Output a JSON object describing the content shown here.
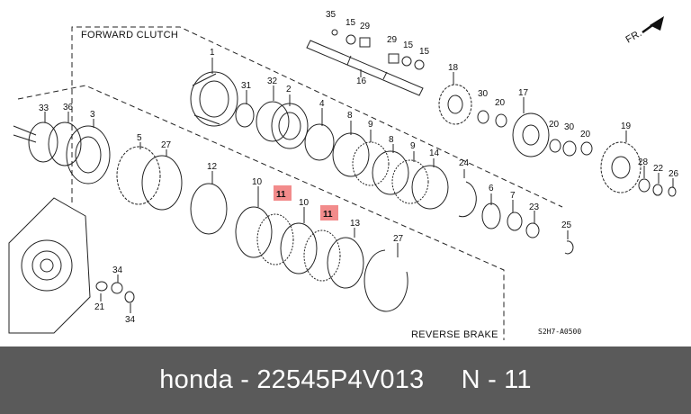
{
  "diagram": {
    "section_labels": {
      "forward_clutch": "FORWARD CLUTCH",
      "reverse_brake": "REVERSE BRAKE",
      "direction": "FR."
    },
    "drawing_code": "S2H7-A0500",
    "highlight_color": "#f28b8b",
    "parts": [
      {
        "num": "1"
      },
      {
        "num": "2"
      },
      {
        "num": "3"
      },
      {
        "num": "4"
      },
      {
        "num": "5"
      },
      {
        "num": "6"
      },
      {
        "num": "7"
      },
      {
        "num": "8"
      },
      {
        "num": "9"
      },
      {
        "num": "9"
      },
      {
        "num": "10"
      },
      {
        "num": "10"
      },
      {
        "num": "11",
        "highlighted": true
      },
      {
        "num": "11",
        "highlighted": true
      },
      {
        "num": "12"
      },
      {
        "num": "13"
      },
      {
        "num": "14"
      },
      {
        "num": "15"
      },
      {
        "num": "15"
      },
      {
        "num": "15"
      },
      {
        "num": "16"
      },
      {
        "num": "17"
      },
      {
        "num": "18"
      },
      {
        "num": "19"
      },
      {
        "num": "20"
      },
      {
        "num": "20"
      },
      {
        "num": "20"
      },
      {
        "num": "21"
      },
      {
        "num": "22"
      },
      {
        "num": "23"
      },
      {
        "num": "24"
      },
      {
        "num": "25"
      },
      {
        "num": "26"
      },
      {
        "num": "27"
      },
      {
        "num": "27"
      },
      {
        "num": "28"
      },
      {
        "num": "29"
      },
      {
        "num": "29"
      },
      {
        "num": "30"
      },
      {
        "num": "30"
      },
      {
        "num": "31"
      },
      {
        "num": "32"
      },
      {
        "num": "33"
      },
      {
        "num": "34"
      },
      {
        "num": "34"
      },
      {
        "num": "35"
      },
      {
        "num": "36"
      },
      {
        "num": "8"
      }
    ]
  },
  "caption": {
    "brand": "honda",
    "part_number": "22545P4V013",
    "item": "N - 11"
  }
}
